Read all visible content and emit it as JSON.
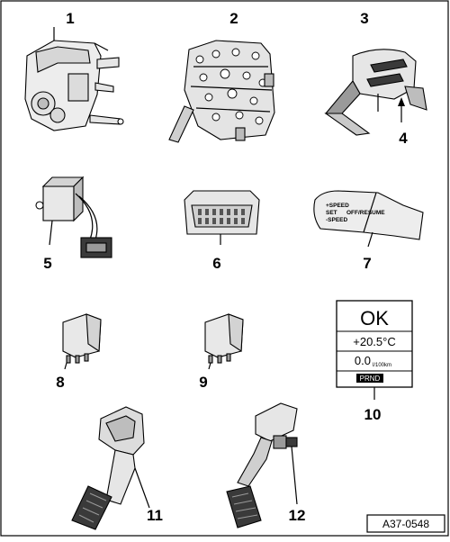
{
  "callouts": [
    "1",
    "2",
    "3",
    "4",
    "5",
    "6",
    "7",
    "8",
    "9",
    "10",
    "11",
    "12"
  ],
  "reference": "A37-0548",
  "cruise_lever": {
    "line1": "+SPEED",
    "line2": "SET",
    "line3": "-SPEED",
    "resume": "OFF/RESUME"
  },
  "display": {
    "status": "OK",
    "temperature": "+20.5°C",
    "consumption": "0.0",
    "consumption_unit": "l/100km",
    "gears": "PRND"
  },
  "colors": {
    "line": "#000000",
    "light": "#f1f1f1",
    "mid": "#d3d3d3",
    "dark": "#9a9a9a",
    "darkest": "#3a3a3a"
  }
}
